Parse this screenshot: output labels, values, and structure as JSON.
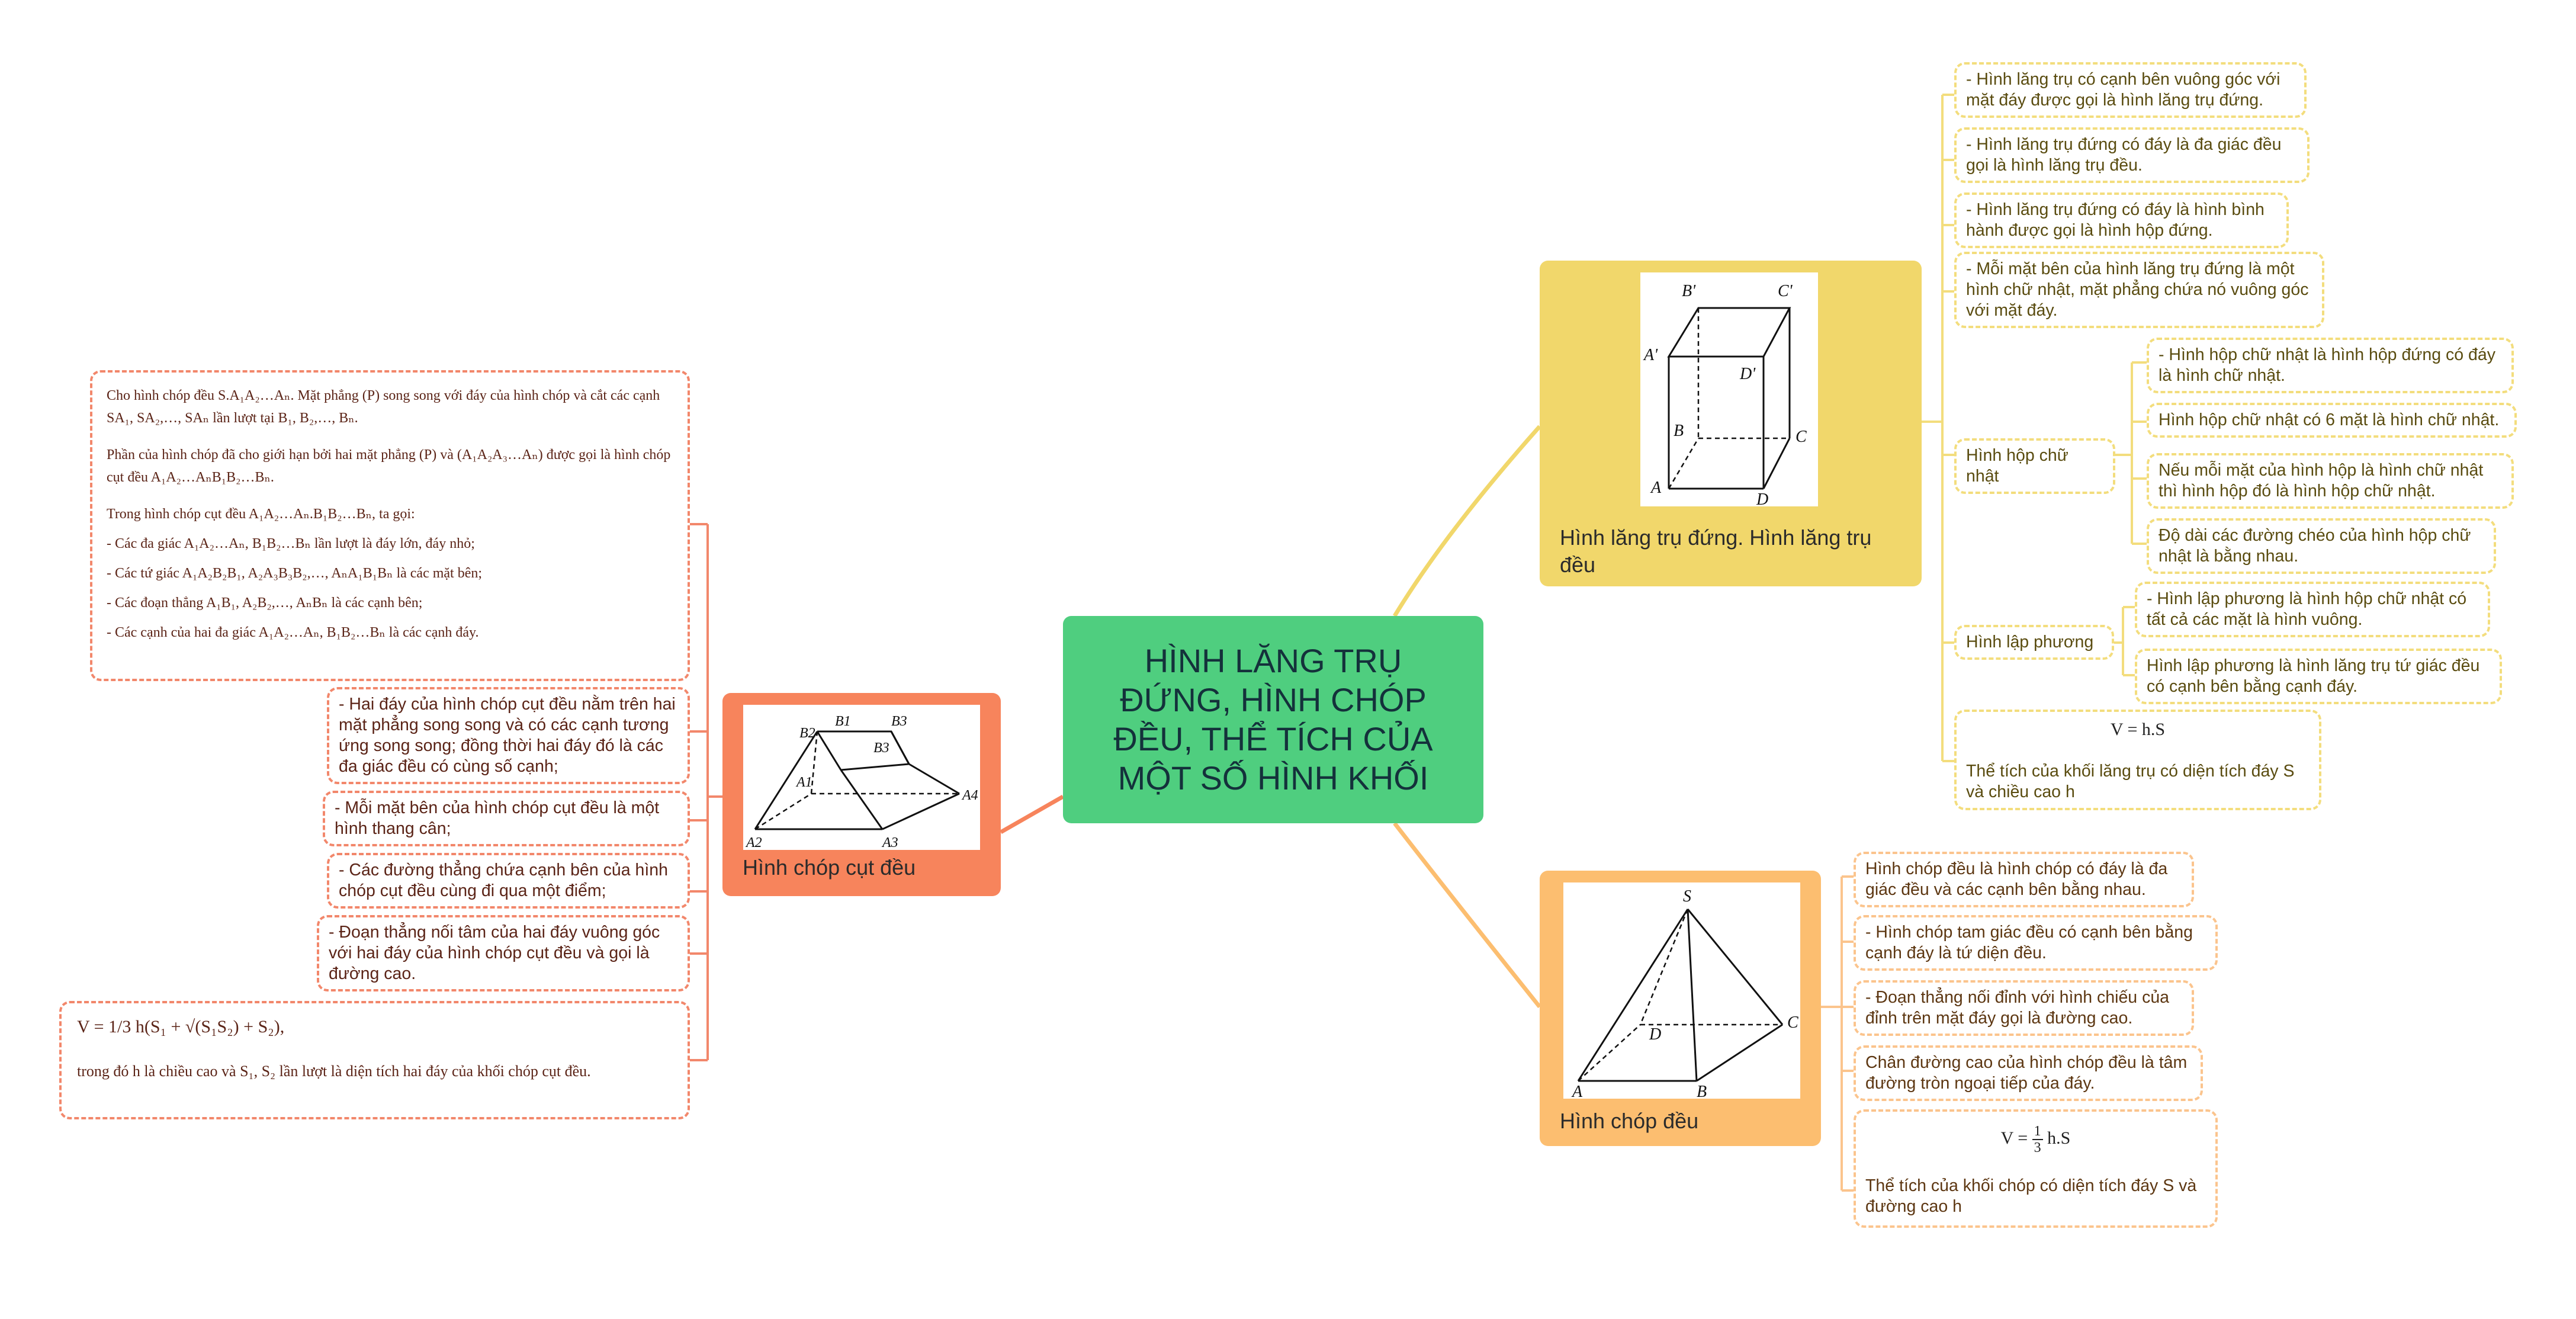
{
  "central": {
    "title": "HÌNH LĂNG TRỤ ĐỨNG, HÌNH CHÓP ĐỀU, THỂ TÍCH CỦA MỘT SỐ HÌNH KHỐI"
  },
  "colors": {
    "central": "#4fce7f",
    "prism": "#f1d76b",
    "pyramid": "#fcbe70",
    "frustum": "#f7845c"
  },
  "prism": {
    "label": "Hình lăng trụ đứng. Hình lăng trụ đều",
    "figure_labels": {
      "B1": "B'",
      "C1": "C'",
      "A1": "A'",
      "D1": "D'",
      "B": "B",
      "C": "C",
      "A": "A",
      "D": "D"
    },
    "leaves": [
      "- Hình lăng trụ có cạnh bên vuông góc với mặt đáy được gọi là hình lăng trụ đứng.",
      "- Hình lăng trụ đứng có đáy là đa giác đều gọi là hình lăng trụ đều.",
      "- Hình lăng trụ đứng có đáy là hình bình hành được gọi là hình hộp đứng.",
      "- Mỗi mặt bên của hình lăng trụ đứng là một hình chữ nhật, mặt phẳng chứa nó vuông góc với mặt đáy."
    ],
    "box": {
      "label": "Hình hộp chữ nhật",
      "items": [
        "- Hình hộp chữ nhật là hình hộp đứng có đáy là hình chữ nhật.",
        "Hình hộp chữ nhật có 6 mặt là hình chữ nhật.",
        "Nếu mỗi mặt của hình hộp là hình chữ nhật thì hình hộp đó là hình hộp chữ nhật.",
        "Độ dài các đường chéo của hình hộp chữ nhật là bằng nhau."
      ]
    },
    "cube": {
      "label": "Hình lập phương",
      "items": [
        "- Hình lập phương là hình hộp chữ nhật có tất cả các mặt là hình vuông.",
        "Hình lập phương là hình lăng trụ tứ giác đều có cạnh bên bằng cạnh đáy."
      ]
    },
    "volume": {
      "formula": "V = h.S",
      "text": "Thể tích của khối lăng trụ có diện tích đáy S và chiều cao h"
    }
  },
  "pyramid": {
    "label": "Hình chóp đều",
    "figure_labels": {
      "S": "S",
      "A": "A",
      "B": "B",
      "C": "C",
      "D": "D"
    },
    "leaves": [
      "Hình chóp đều là hình chóp có đáy là đa giác đều và các cạnh bên bằng nhau.",
      "- Hình chóp tam giác đều có cạnh bên bằng cạnh đáy là tứ diện đều.",
      "- Đoạn thẳng nối đỉnh với hình chiếu của đỉnh trên mặt đáy gọi là đường cao.",
      "Chân đường cao của hình chóp đều là tâm đường tròn ngoại tiếp của đáy."
    ],
    "volume": {
      "formula_lhs": "V =",
      "formula_num": "1",
      "formula_den": "3",
      "formula_rhs": "h.S",
      "text": "Thể tích của khối chóp có diện tích đáy S và đường cao h"
    }
  },
  "frustum": {
    "label": "Hình chóp cụt đều",
    "figure_labels": {
      "B1": "B1",
      "B2": "B2",
      "B3": "B3",
      "A1": "A1",
      "A2": "A2",
      "A3": "A3",
      "A4": "A4"
    },
    "definition": [
      "Cho hình chóp đều S.A₁A₂…Aₙ. Mặt phẳng (P) song song với đáy của hình chóp và cắt các cạnh SA₁, SA₂,…, SAₙ lần lượt tại B₁, B₂,…, Bₙ.",
      "Phần của hình chóp đã cho giới hạn bởi hai mặt phẳng (P) và (A₁A₂A₃…Aₙ) được gọi là hình chóp cụt đều A₁A₂…AₙB₁B₂…Bₙ.",
      "Trong hình chóp cụt đều A₁A₂…Aₙ.B₁B₂…Bₙ, ta gọi:",
      "- Các đa giác A₁A₂…Aₙ, B₁B₂…Bₙ lần lượt là đáy lớn, đáy nhỏ;",
      "- Các tứ giác A₁A₂B₂B₁, A₂A₃B₃B₂,…, AₙA₁B₁Bₙ là các mặt bên;",
      "- Các đoạn thẳng A₁B₁, A₂B₂,…, AₙBₙ là các cạnh bên;",
      "- Các cạnh của hai đa giác A₁A₂…Aₙ, B₁B₂…Bₙ là các cạnh đáy."
    ],
    "leaves": [
      "- Hai đáy của hình chóp cụt đều nằm trên hai mặt phẳng song song và có các cạnh tương ứng song song; đồng thời hai đáy đó là các đa giác đều có cùng số cạnh;",
      "- Mỗi mặt bên của hình chóp cụt đều là một hình thang cân;",
      "- Các đường thẳng chứa cạnh bên của hình chóp cụt đều cùng đi qua một điểm;",
      "- Đoạn thẳng nối tâm của hai đáy vuông góc với hai đáy của hình chóp cụt đều và gọi là đường cao."
    ],
    "volume": {
      "formula": "V = 1/3 h(S₁ + √(S₁S₂) + S₂),",
      "text": "trong đó h là chiều cao và S₁, S₂ lần lượt là diện tích hai đáy của khối chóp cụt đều."
    }
  }
}
